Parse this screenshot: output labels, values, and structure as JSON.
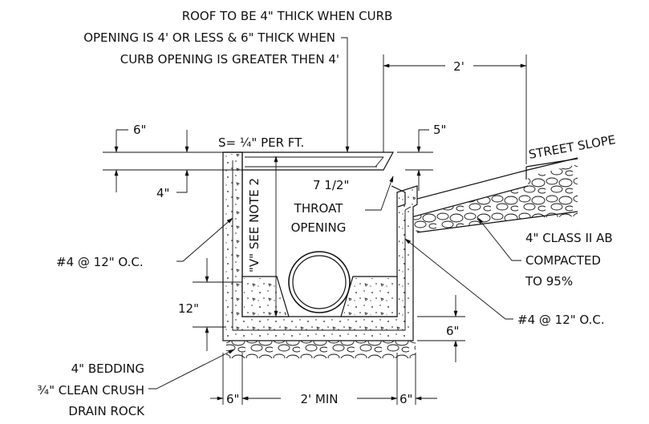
{
  "labels": {
    "roof_note_1": "ROOF TO BE 4\" THICK WHEN CURB",
    "roof_note_2": "OPENING IS 4' OR LESS & 6\" THICK WHEN",
    "roof_note_3": "CURB OPENING IS GREATER THEN 4'",
    "dim_2ft": "2'",
    "dim_6in_top": "6\"",
    "slope": "S= ¼\" PER FT.",
    "dim_5in": "5\"",
    "street_slope": "STREET SLOPE",
    "dim_4in_left": "4\"",
    "throat_dim": "7 1/2\"",
    "throat_1": "THROAT",
    "throat_2": "OPENING",
    "see_note": "\"V\" SEE NOTE 2",
    "ab_1": "4\" CLASS II AB",
    "ab_2": "COMPACTED",
    "ab_3": "TO 95%",
    "rebar_left": "#4 @ 12\" O.C.",
    "rebar_right": "#4 @ 12\" O.C.",
    "dim_12in": "12\"",
    "dim_6in_right": "6\"",
    "bedding_1": "4\" BEDDING",
    "bedding_2": "¾\" CLEAN CRUSH",
    "bedding_3": "DRAIN ROCK",
    "dim_6in_bl": "6\"",
    "dim_2ft_min": "2' MIN",
    "dim_6in_br": "6\""
  }
}
